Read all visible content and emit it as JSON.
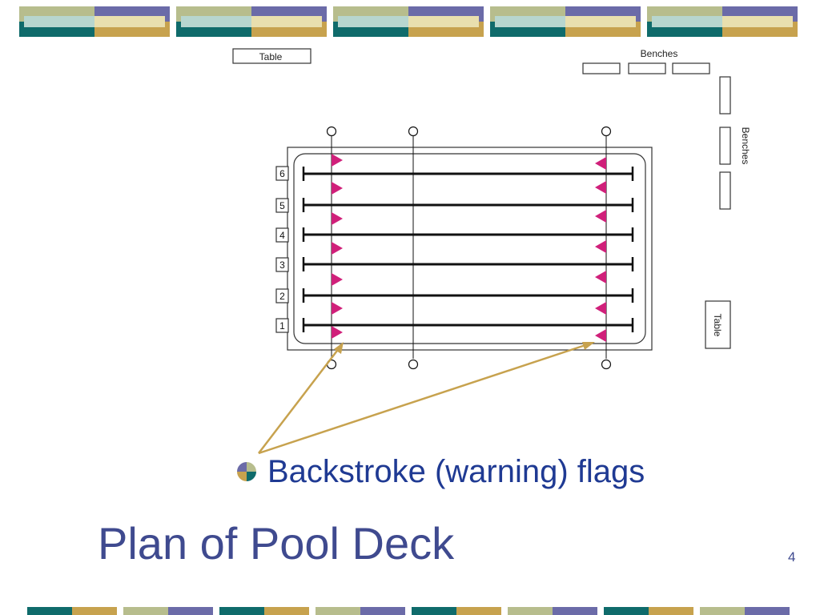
{
  "title": "Plan of Pool Deck",
  "page_number": "4",
  "caption": {
    "text": "Backstroke (warning) flags",
    "bullet_icon": "quadrant-bullet-icon"
  },
  "deck": {
    "table_top_label": "Table",
    "table_right_label": "Table",
    "benches_top_label": "Benches",
    "benches_right_label": "Benches"
  },
  "lanes": [
    "6",
    "5",
    "4",
    "3",
    "2",
    "1"
  ],
  "colors": {
    "flag": "#d0207a",
    "arrow": "#c7a24e",
    "title": "#3f4a8f",
    "caption": "#1f3a93",
    "teal": "#0f6b6b",
    "gold": "#c7a24e",
    "sage": "#b7bd8d",
    "purple": "#6b6ba8",
    "pale_teal": "#b7d6cf",
    "cream": "#e9dfae"
  }
}
